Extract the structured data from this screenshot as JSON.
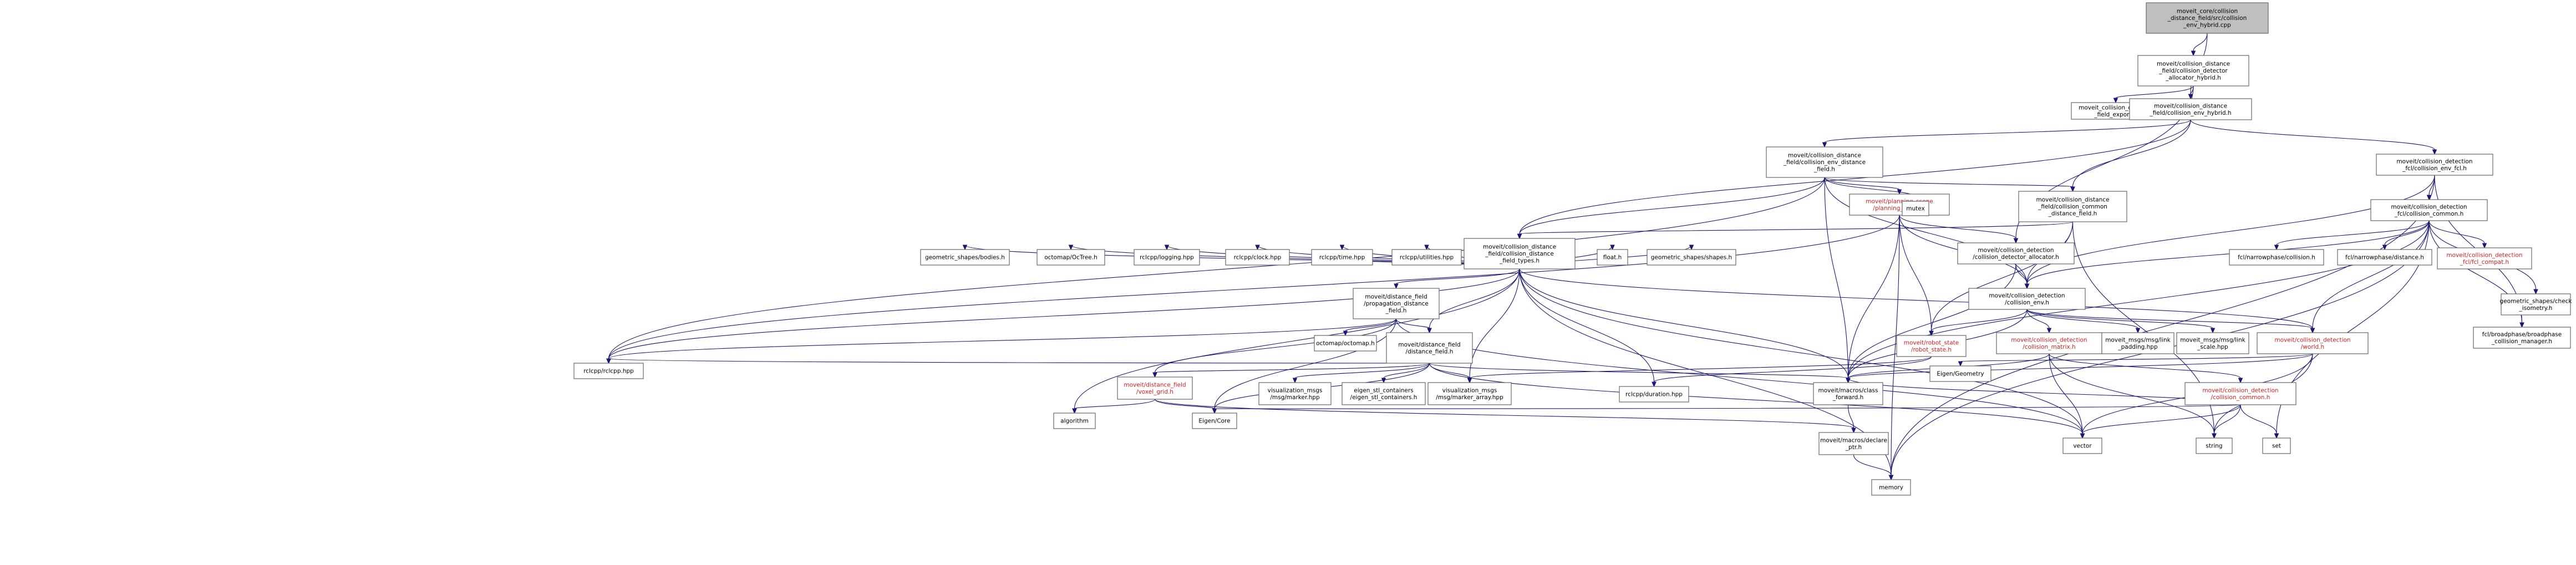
{
  "diagram": {
    "type": "include-dependency-graph",
    "nodes": [
      {
        "id": "root",
        "label": "moveit_core/collision\n_distance_field/src/collision\n_env_hybrid.cpp",
        "style": "root"
      },
      {
        "id": "alloc_h",
        "label": "moveit/collision_distance\n_field/collision_detector\n_allocator_hybrid.h",
        "style": "plain"
      },
      {
        "id": "export_h",
        "label": "moveit_collision_distance\n_field_export.h",
        "style": "external"
      },
      {
        "id": "hybrid_h",
        "label": "moveit/collision_distance\n_field/collision_env_hybrid.h",
        "style": "plain"
      },
      {
        "id": "env_df_h",
        "label": "moveit/collision_distance\n_field/collision_env_distance\n_field.h",
        "style": "plain"
      },
      {
        "id": "env_fcl_h",
        "label": "moveit/collision_detection\n_fcl/collision_env_fcl.h",
        "style": "plain"
      },
      {
        "id": "planning_scene_h",
        "label": "moveit/planning_scene\n/planning_scene.h",
        "style": "red"
      },
      {
        "id": "mutex",
        "label": "mutex",
        "style": "external"
      },
      {
        "id": "common_df_h",
        "label": "moveit/collision_distance\n_field/collision_common\n_distance_field.h",
        "style": "plain"
      },
      {
        "id": "fcl_common_h",
        "label": "moveit/collision_detection\n_fcl/collision_common.h",
        "style": "plain"
      },
      {
        "id": "df_types_h",
        "label": "moveit/collision_distance\n_field/collision_distance\n_field_types.h",
        "style": "plain"
      },
      {
        "id": "cd_alloc_h",
        "label": "moveit/collision_detection\n/collision_detector_allocator.h",
        "style": "plain"
      },
      {
        "id": "geo_bodies",
        "label": "geometric_shapes/bodies.h",
        "style": "external"
      },
      {
        "id": "octree",
        "label": "octomap/OcTree.h",
        "style": "external"
      },
      {
        "id": "rclcpp_logging",
        "label": "rclcpp/logging.hpp",
        "style": "external"
      },
      {
        "id": "rclcpp_clock",
        "label": "rclcpp/clock.hpp",
        "style": "external"
      },
      {
        "id": "rclcpp_time",
        "label": "rclcpp/time.hpp",
        "style": "external"
      },
      {
        "id": "rclcpp_utilities",
        "label": "rclcpp/utilities.hpp",
        "style": "external"
      },
      {
        "id": "prop_df_h",
        "label": "moveit/distance_field\n/propagation_distance\n_field.h",
        "style": "plain"
      },
      {
        "id": "float_h",
        "label": "float.h",
        "style": "external"
      },
      {
        "id": "geo_shapes",
        "label": "geometric_shapes/shapes.h",
        "style": "external"
      },
      {
        "id": "cd_env_h",
        "label": "moveit/collision_detection\n/collision_env.h",
        "style": "plain"
      },
      {
        "id": "fcl_collision",
        "label": "fcl/narrowphase/collision.h",
        "style": "external"
      },
      {
        "id": "fcl_distance",
        "label": "fcl/narrowphase/distance.h",
        "style": "external"
      },
      {
        "id": "fcl_compat",
        "label": "moveit/collision_detection\n_fcl/fcl_compat.h",
        "style": "red"
      },
      {
        "id": "geo_check",
        "label": "geometric_shapes/check\n_isometry.h",
        "style": "external"
      },
      {
        "id": "fcl_broadphase",
        "label": "fcl/broadphase/broadphase\n_collision_manager.h",
        "style": "external"
      },
      {
        "id": "octomap",
        "label": "octomap/octomap.h",
        "style": "external"
      },
      {
        "id": "df_h",
        "label": "moveit/distance_field\n/distance_field.h",
        "style": "plain"
      },
      {
        "id": "robot_state_h",
        "label": "moveit/robot_state\n/robot_state.h",
        "style": "red"
      },
      {
        "id": "matrix_h",
        "label": "moveit/collision_detection\n/collision_matrix.h",
        "style": "red"
      },
      {
        "id": "link_padding",
        "label": "moveit_msgs/msg/link\n_padding.hpp",
        "style": "external"
      },
      {
        "id": "link_scale",
        "label": "moveit_msgs/msg/link\n_scale.hpp",
        "style": "external"
      },
      {
        "id": "world_h",
        "label": "moveit/collision_detection\n/world.h",
        "style": "red"
      },
      {
        "id": "rclcpp_hpp",
        "label": "rclcpp/rclcpp.hpp",
        "style": "external"
      },
      {
        "id": "voxel_h",
        "label": "moveit/distance_field\n/voxel_grid.h",
        "style": "red"
      },
      {
        "id": "viz_marker",
        "label": "visualization_msgs\n/msg/marker.hpp",
        "style": "external"
      },
      {
        "id": "eigen_stl",
        "label": "eigen_stl_containers\n/eigen_stl_containers.h",
        "style": "external"
      },
      {
        "id": "viz_marker_array",
        "label": "visualization_msgs\n/msg/marker_array.hpp",
        "style": "external"
      },
      {
        "id": "rclcpp_duration",
        "label": "rclcpp/duration.hpp",
        "style": "external"
      },
      {
        "id": "class_fwd_h",
        "label": "moveit/macros/class\n_forward.h",
        "style": "plain"
      },
      {
        "id": "eigen_geometry",
        "label": "Eigen/Geometry",
        "style": "external"
      },
      {
        "id": "cd_common_h",
        "label": "moveit/collision_detection\n/collision_common.h",
        "style": "red"
      },
      {
        "id": "algorithm",
        "label": "algorithm",
        "style": "external"
      },
      {
        "id": "eigen_core",
        "label": "Eigen/Core",
        "style": "external"
      },
      {
        "id": "declare_ptr_h",
        "label": "moveit/macros/declare\n_ptr.h",
        "style": "plain"
      },
      {
        "id": "vector",
        "label": "vector",
        "style": "external"
      },
      {
        "id": "string",
        "label": "string",
        "style": "external"
      },
      {
        "id": "set",
        "label": "set",
        "style": "external"
      },
      {
        "id": "memory",
        "label": "memory",
        "style": "external"
      }
    ],
    "edges": [
      [
        "root",
        "alloc_h"
      ],
      [
        "root",
        "hybrid_h"
      ],
      [
        "alloc_h",
        "export_h"
      ],
      [
        "alloc_h",
        "hybrid_h"
      ],
      [
        "alloc_h",
        "cd_alloc_h"
      ],
      [
        "hybrid_h",
        "env_df_h"
      ],
      [
        "hybrid_h",
        "env_fcl_h"
      ],
      [
        "hybrid_h",
        "common_df_h"
      ],
      [
        "hybrid_h",
        "df_types_h"
      ],
      [
        "env_df_h",
        "planning_scene_h"
      ],
      [
        "env_df_h",
        "mutex"
      ],
      [
        "env_df_h",
        "common_df_h"
      ],
      [
        "env_df_h",
        "df_types_h"
      ],
      [
        "env_df_h",
        "cd_env_h"
      ],
      [
        "env_df_h",
        "class_fwd_h"
      ],
      [
        "env_df_h",
        "rclcpp_hpp"
      ],
      [
        "env_fcl_h",
        "fcl_common_h"
      ],
      [
        "env_fcl_h",
        "cd_env_h"
      ],
      [
        "env_fcl_h",
        "fcl_broadphase"
      ],
      [
        "env_fcl_h",
        "memory"
      ],
      [
        "planning_scene_h",
        "cd_alloc_h"
      ],
      [
        "planning_scene_h",
        "robot_state_h"
      ],
      [
        "planning_scene_h",
        "class_fwd_h"
      ],
      [
        "planning_scene_h",
        "cd_env_h"
      ],
      [
        "planning_scene_h",
        "rclcpp_hpp"
      ],
      [
        "planning_scene_h",
        "memory"
      ],
      [
        "common_df_h",
        "df_types_h"
      ],
      [
        "common_df_h",
        "cd_env_h"
      ],
      [
        "common_df_h",
        "robot_state_h"
      ],
      [
        "common_df_h",
        "string"
      ],
      [
        "fcl_common_h",
        "fcl_collision"
      ],
      [
        "fcl_common_h",
        "fcl_distance"
      ],
      [
        "fcl_common_h",
        "fcl_compat"
      ],
      [
        "fcl_common_h",
        "geo_check"
      ],
      [
        "fcl_common_h",
        "fcl_broadphase"
      ],
      [
        "fcl_common_h",
        "cd_env_h"
      ],
      [
        "fcl_common_h",
        "world_h"
      ],
      [
        "fcl_common_h",
        "class_fwd_h"
      ],
      [
        "fcl_common_h",
        "set"
      ],
      [
        "fcl_common_h",
        "memory"
      ],
      [
        "df_types_h",
        "geo_bodies"
      ],
      [
        "df_types_h",
        "octree"
      ],
      [
        "df_types_h",
        "rclcpp_logging"
      ],
      [
        "df_types_h",
        "rclcpp_clock"
      ],
      [
        "df_types_h",
        "rclcpp_time"
      ],
      [
        "df_types_h",
        "rclcpp_utilities"
      ],
      [
        "df_types_h",
        "prop_df_h"
      ],
      [
        "df_types_h",
        "float_h"
      ],
      [
        "df_types_h",
        "geo_shapes"
      ],
      [
        "df_types_h",
        "df_h"
      ],
      [
        "df_types_h",
        "world_h"
      ],
      [
        "df_types_h",
        "class_fwd_h"
      ],
      [
        "df_types_h",
        "rclcpp_hpp"
      ],
      [
        "df_types_h",
        "viz_marker_array"
      ],
      [
        "df_types_h",
        "rclcpp_duration"
      ],
      [
        "df_types_h",
        "vector"
      ],
      [
        "df_types_h",
        "memory"
      ],
      [
        "df_types_h",
        "algorithm"
      ],
      [
        "cd_alloc_h",
        "cd_env_h"
      ],
      [
        "cd_alloc_h",
        "class_fwd_h"
      ],
      [
        "prop_df_h",
        "octomap"
      ],
      [
        "prop_df_h",
        "df_h"
      ],
      [
        "prop_df_h",
        "voxel_h"
      ],
      [
        "prop_df_h",
        "eigen_core"
      ],
      [
        "prop_df_h",
        "rclcpp_hpp"
      ],
      [
        "prop_df_h",
        "vector"
      ],
      [
        "cd_env_h",
        "robot_state_h"
      ],
      [
        "cd_env_h",
        "matrix_h"
      ],
      [
        "cd_env_h",
        "link_padding"
      ],
      [
        "cd_env_h",
        "link_scale"
      ],
      [
        "cd_env_h",
        "world_h"
      ],
      [
        "cd_env_h",
        "class_fwd_h"
      ],
      [
        "df_h",
        "voxel_h"
      ],
      [
        "df_h",
        "viz_marker"
      ],
      [
        "df_h",
        "eigen_stl"
      ],
      [
        "df_h",
        "viz_marker_array"
      ],
      [
        "df_h",
        "class_fwd_h"
      ],
      [
        "df_h",
        "eigen_core"
      ],
      [
        "df_h",
        "vector"
      ],
      [
        "df_h",
        "rclcpp_hpp"
      ],
      [
        "robot_state_h",
        "viz_marker_array"
      ],
      [
        "robot_state_h",
        "rclcpp_duration"
      ],
      [
        "matrix_h",
        "cd_common_h"
      ],
      [
        "matrix_h",
        "class_fwd_h"
      ],
      [
        "matrix_h",
        "vector"
      ],
      [
        "matrix_h",
        "string"
      ],
      [
        "world_h",
        "eigen_geometry"
      ],
      [
        "world_h",
        "class_fwd_h"
      ],
      [
        "world_h",
        "vector"
      ],
      [
        "world_h",
        "string"
      ],
      [
        "voxel_h",
        "eigen_core"
      ],
      [
        "voxel_h",
        "algorithm"
      ],
      [
        "voxel_h",
        "declare_ptr_h"
      ],
      [
        "class_fwd_h",
        "declare_ptr_h"
      ],
      [
        "cd_common_h",
        "eigen_core"
      ],
      [
        "cd_common_h",
        "vector"
      ],
      [
        "cd_common_h",
        "string"
      ],
      [
        "cd_common_h",
        "set"
      ],
      [
        "cd_common_h",
        "class_fwd_h"
      ],
      [
        "declare_ptr_h",
        "memory"
      ]
    ]
  }
}
